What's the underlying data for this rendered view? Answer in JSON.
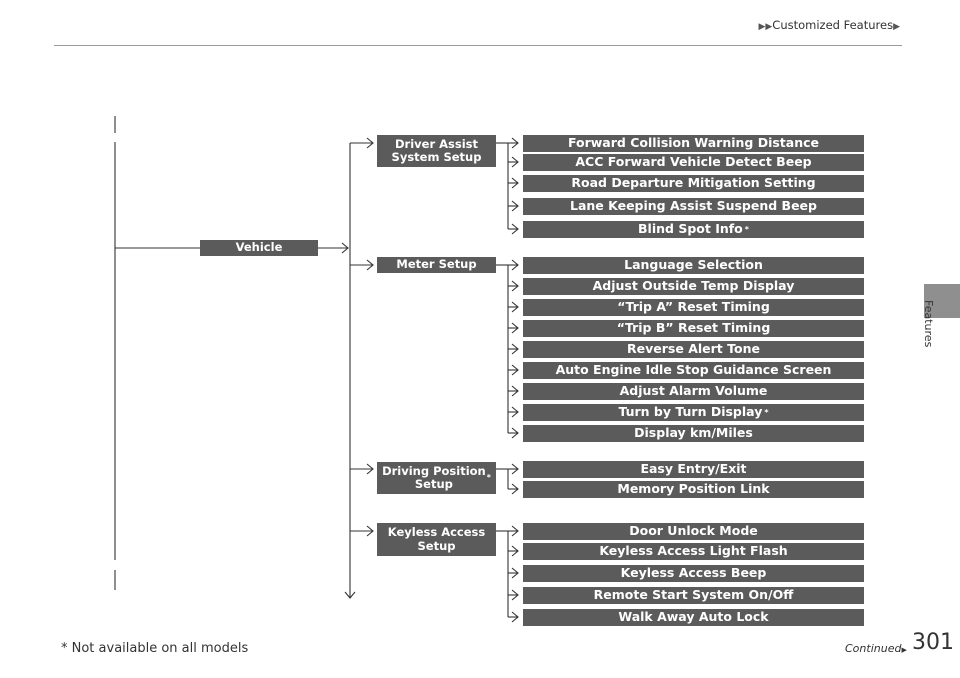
{
  "header": {
    "title": "Customized Features"
  },
  "sidebar": {
    "label": "Features"
  },
  "root": {
    "label": "Vehicle"
  },
  "categories": [
    {
      "label": "Driver Assist\nSystem Setup",
      "items": [
        "Forward Collision Warning Distance",
        "ACC Forward Vehicle Detect Beep",
        "Road Departure Mitigation Setting",
        "Lane Keeping Assist Suspend Beep",
        "Blind Spot Info*"
      ]
    },
    {
      "label": "Meter Setup",
      "items": [
        "Language Selection",
        "Adjust Outside Temp Display",
        "“Trip A” Reset Timing",
        "“Trip B” Reset Timing",
        "Reverse Alert Tone",
        "Auto Engine Idle Stop Guidance Screen",
        "Adjust Alarm Volume",
        "Turn by Turn Display*",
        "Display km/Miles"
      ]
    },
    {
      "label": "Driving Position\nSetup*",
      "items": [
        "Easy Entry/Exit",
        "Memory Position Link"
      ]
    },
    {
      "label": "Keyless Access\nSetup",
      "items": [
        "Door Unlock Mode",
        "Keyless Access Light Flash",
        "Keyless Access Beep",
        "Remote Start System On/Off",
        "Walk Away Auto Lock"
      ]
    }
  ],
  "footer": {
    "footnote": "* Not available on all models",
    "continued": "Continued",
    "page_number": "301"
  }
}
